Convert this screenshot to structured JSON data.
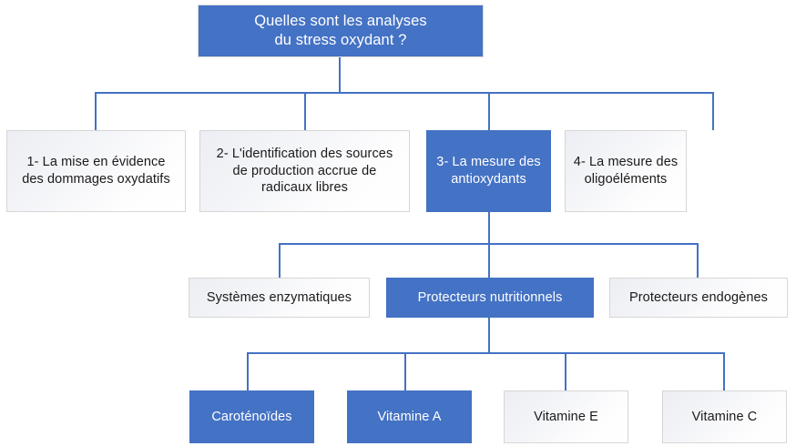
{
  "diagram": {
    "type": "hierarchy-tree",
    "language": "fr",
    "colors": {
      "accent": "#4472C4",
      "accent_text": "#FFFFFF",
      "light_fill": "#F4F5F8",
      "light_border": "#D6D6D6",
      "light_text": "#1A1A1A",
      "connector": "#4472C4"
    },
    "root": {
      "label": "Quelles sont les analyses\ndu stress oxydant ?",
      "style": "filled"
    },
    "level2": [
      {
        "label": "1- La mise en évidence\ndes dommages oxydatifs",
        "style": "light"
      },
      {
        "label": "2- L'identification des sources\nde production accrue de\nradicaux libres",
        "style": "light"
      },
      {
        "label": "3- La mesure des\nantioxydants",
        "style": "filled"
      },
      {
        "label": "4- La mesure des\noligoéléments",
        "style": "light"
      }
    ],
    "level3": [
      {
        "label": "Systèmes enzymatiques",
        "style": "light"
      },
      {
        "label": "Protecteurs nutritionnels",
        "style": "filled"
      },
      {
        "label": "Protecteurs endogènes",
        "style": "light"
      }
    ],
    "level4": [
      {
        "label": "Caroténoïdes",
        "style": "filled"
      },
      {
        "label": "Vitamine A",
        "style": "filled"
      },
      {
        "label": "Vitamine E",
        "style": "light"
      },
      {
        "label": "Vitamine C",
        "style": "light"
      }
    ]
  }
}
